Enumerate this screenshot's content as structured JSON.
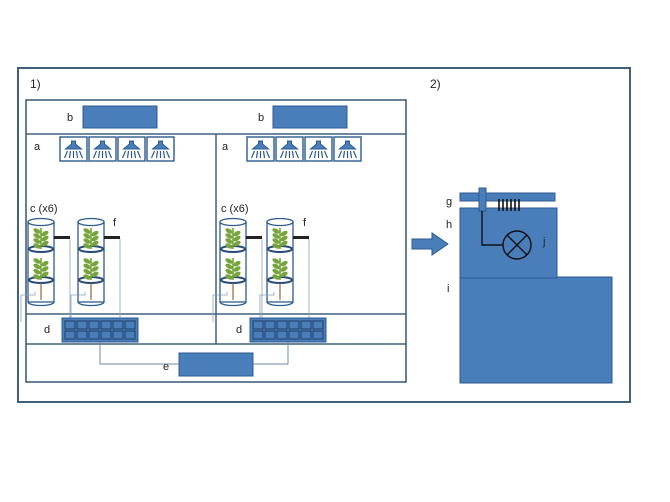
{
  "colors": {
    "frame": "#41607b",
    "blue_fill": "#4a7ebb",
    "blue_stroke": "#2c5a8f",
    "plant": "#76a53b",
    "dark": "#222222"
  },
  "panels": {
    "panel1": "1)",
    "panel2": "2)"
  },
  "labels": {
    "b": "b",
    "a": "a",
    "c": "c (x6)",
    "f": "f",
    "d": "d",
    "e": "e",
    "g": "g",
    "h": "h",
    "i": "i",
    "j": "j"
  },
  "icons": {
    "lamp": "grow-lamp-icon",
    "arrow": "right-arrow-icon",
    "valve": "valve-circle-icon",
    "plant": "plant-icon"
  }
}
